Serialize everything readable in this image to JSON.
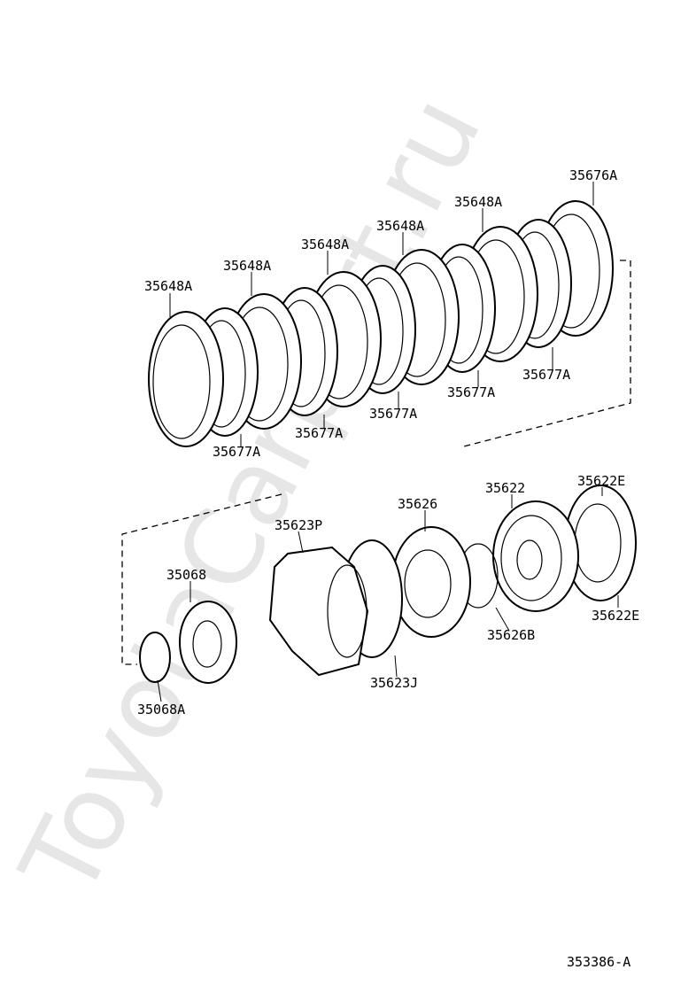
{
  "watermark": "ToyotaCarpart.ru",
  "diagram_code": "353386-A",
  "labels": {
    "p35676A": "35676A",
    "p35648A_1": "35648A",
    "p35648A_2": "35648A",
    "p35648A_3": "35648A",
    "p35648A_4": "35648A",
    "p35648A_5": "35648A",
    "p35677A_1": "35677A",
    "p35677A_2": "35677A",
    "p35677A_3": "35677A",
    "p35677A_4": "35677A",
    "p35677A_5": "35677A",
    "p35622": "35622",
    "p35622E_top": "35622E",
    "p35622E_bottom": "35622E",
    "p35626": "35626",
    "p35626B": "35626B",
    "p35623P": "35623P",
    "p35623J": "35623J",
    "p35068": "35068",
    "p35068A": "35068A"
  }
}
